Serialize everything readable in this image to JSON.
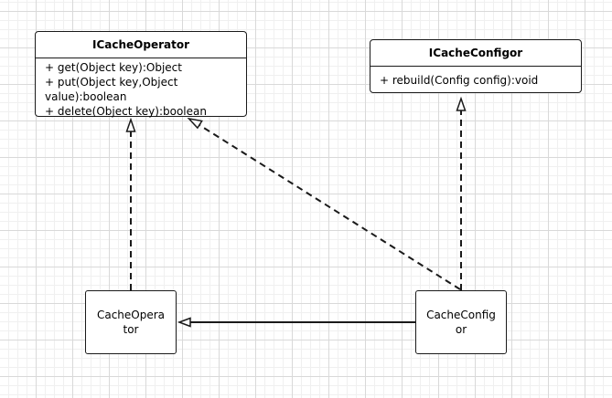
{
  "diagram": {
    "type": "uml-class-diagram",
    "classes": [
      {
        "key": "icache_operator",
        "name": "ICacheOperator",
        "kind": "interface",
        "members": [
          "+ get(Object key):Object",
          "+ put(Object key,Object value):boolean",
          "+ delete(Object key):boolean"
        ]
      },
      {
        "key": "icache_configor",
        "name": "ICacheConfigor",
        "kind": "interface",
        "members": [
          "+ rebuild(Config config):void"
        ]
      },
      {
        "key": "cache_operator",
        "name": "CacheOperator",
        "kind": "class",
        "members": []
      },
      {
        "key": "cache_configor",
        "name": "CacheConfigor",
        "kind": "class",
        "members": []
      }
    ],
    "relationships": [
      {
        "from": "CacheOperator",
        "to": "ICacheOperator",
        "type": "realization",
        "line": "dashed",
        "arrowhead": "hollow-triangle"
      },
      {
        "from": "CacheConfigor",
        "to": "ICacheConfigor",
        "type": "realization",
        "line": "dashed",
        "arrowhead": "hollow-triangle"
      },
      {
        "from": "CacheConfigor",
        "to": "ICacheOperator",
        "type": "realization",
        "line": "dashed",
        "arrowhead": "hollow-triangle"
      },
      {
        "from": "CacheConfigor",
        "to": "CacheOperator",
        "type": "association",
        "line": "solid",
        "arrowhead": "hollow-triangle"
      }
    ]
  },
  "style": {
    "line_color": "#1a1a1a",
    "box_fill": "#ffffff",
    "grid_color": "#d9d9d9"
  }
}
